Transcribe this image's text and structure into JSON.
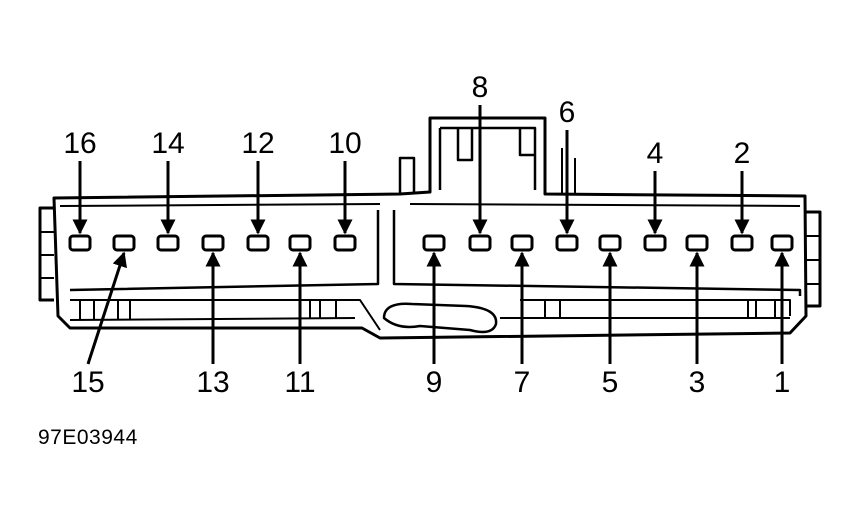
{
  "figure": {
    "id_text": "97E03944"
  },
  "connector": {
    "top_row_pins": [
      "16",
      "14",
      "12",
      "10",
      "8",
      "6",
      "4",
      "2"
    ],
    "bottom_row_pins": [
      "15",
      "13",
      "11",
      "9",
      "7",
      "5",
      "3",
      "1"
    ]
  }
}
